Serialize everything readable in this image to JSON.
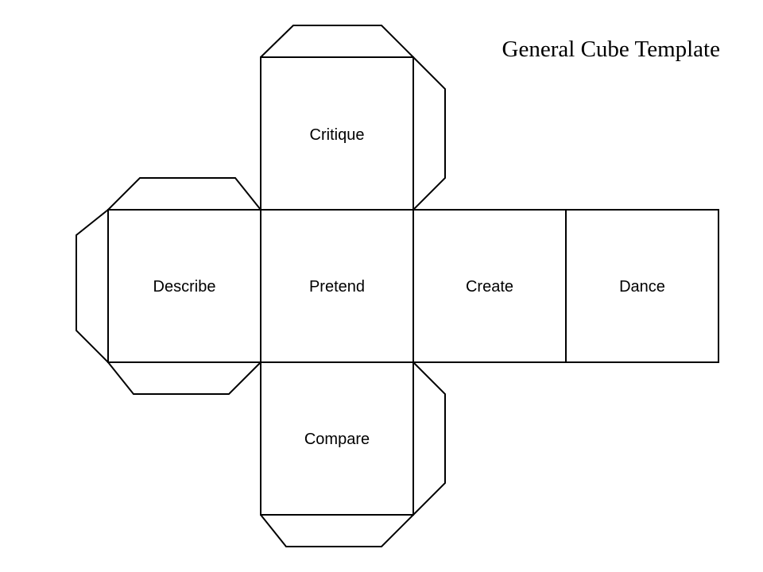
{
  "title": "General Cube Template",
  "faces": {
    "top": "Critique",
    "left": "Describe",
    "center": "Pretend",
    "right": "Create",
    "far_right": "Dance",
    "bottom": "Compare"
  },
  "colors": {
    "stroke": "#000000",
    "background": "#ffffff"
  }
}
